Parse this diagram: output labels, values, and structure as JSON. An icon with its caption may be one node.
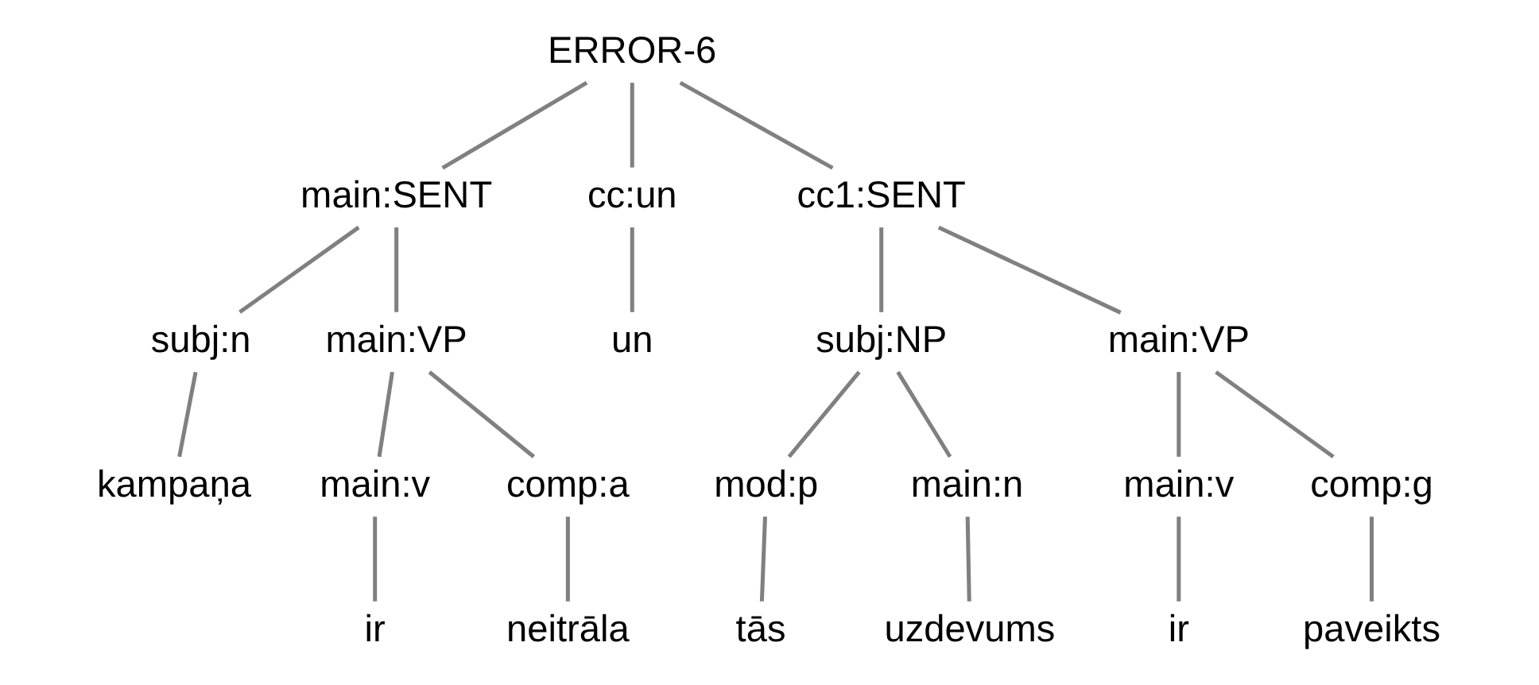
{
  "diagram": {
    "nodes": [
      {
        "text": [
          "ERROR-6"
        ]
      },
      {
        "text": [
          "main:SENT"
        ]
      },
      {
        "text": [
          "cc:un"
        ]
      },
      {
        "text": [
          "cc1:SENT"
        ]
      },
      {
        "text": [
          "subj:n"
        ]
      },
      {
        "text": [
          "main:VP"
        ]
      },
      {
        "text": [
          "un"
        ]
      },
      {
        "text": [
          "subj:NP"
        ]
      },
      {
        "text": [
          "main:VP"
        ]
      },
      {
        "text": [
          "kampaņa"
        ]
      },
      {
        "text": [
          "main:v"
        ]
      },
      {
        "text": [
          "comp:a"
        ]
      },
      {
        "text": [
          "mod:p"
        ]
      },
      {
        "text": [
          "main:n"
        ]
      },
      {
        "text": [
          "main:v"
        ]
      },
      {
        "text": [
          "comp:g"
        ]
      },
      {
        "text": [
          "ir"
        ]
      },
      {
        "text": [
          "neitrāla"
        ]
      },
      {
        "text": [
          "tās"
        ]
      },
      {
        "text": [
          "uzdevums"
        ]
      },
      {
        "text": [
          "ir"
        ]
      },
      {
        "text": [
          "paveikts"
        ]
      }
    ],
    "edges": [
      {
        "from": 0,
        "to": 1,
        "arrow": "none"
      },
      {
        "from": 0,
        "to": 2,
        "arrow": "none"
      },
      {
        "from": 0,
        "to": 3,
        "arrow": "none"
      },
      {
        "from": 1,
        "to": 4,
        "arrow": "none"
      },
      {
        "from": 1,
        "to": 5,
        "arrow": "none"
      },
      {
        "from": 2,
        "to": 6,
        "arrow": "none"
      },
      {
        "from": 3,
        "to": 7,
        "arrow": "none"
      },
      {
        "from": 3,
        "to": 8,
        "arrow": "none"
      },
      {
        "from": 4,
        "to": 9,
        "arrow": "none"
      },
      {
        "from": 5,
        "to": 10,
        "arrow": "none"
      },
      {
        "from": 5,
        "to": 11,
        "arrow": "none"
      },
      {
        "from": 7,
        "to": 12,
        "arrow": "none"
      },
      {
        "from": 7,
        "to": 13,
        "arrow": "none"
      },
      {
        "from": 8,
        "to": 14,
        "arrow": "none"
      },
      {
        "from": 8,
        "to": 15,
        "arrow": "none"
      },
      {
        "from": 10,
        "to": 16,
        "arrow": "none"
      },
      {
        "from": 11,
        "to": 17,
        "arrow": "none"
      },
      {
        "from": 12,
        "to": 18,
        "arrow": "none"
      },
      {
        "from": 13,
        "to": 19,
        "arrow": "none"
      },
      {
        "from": 14,
        "to": 20,
        "arrow": "none"
      },
      {
        "from": 15,
        "to": 21,
        "arrow": "none"
      }
    ]
  }
}
